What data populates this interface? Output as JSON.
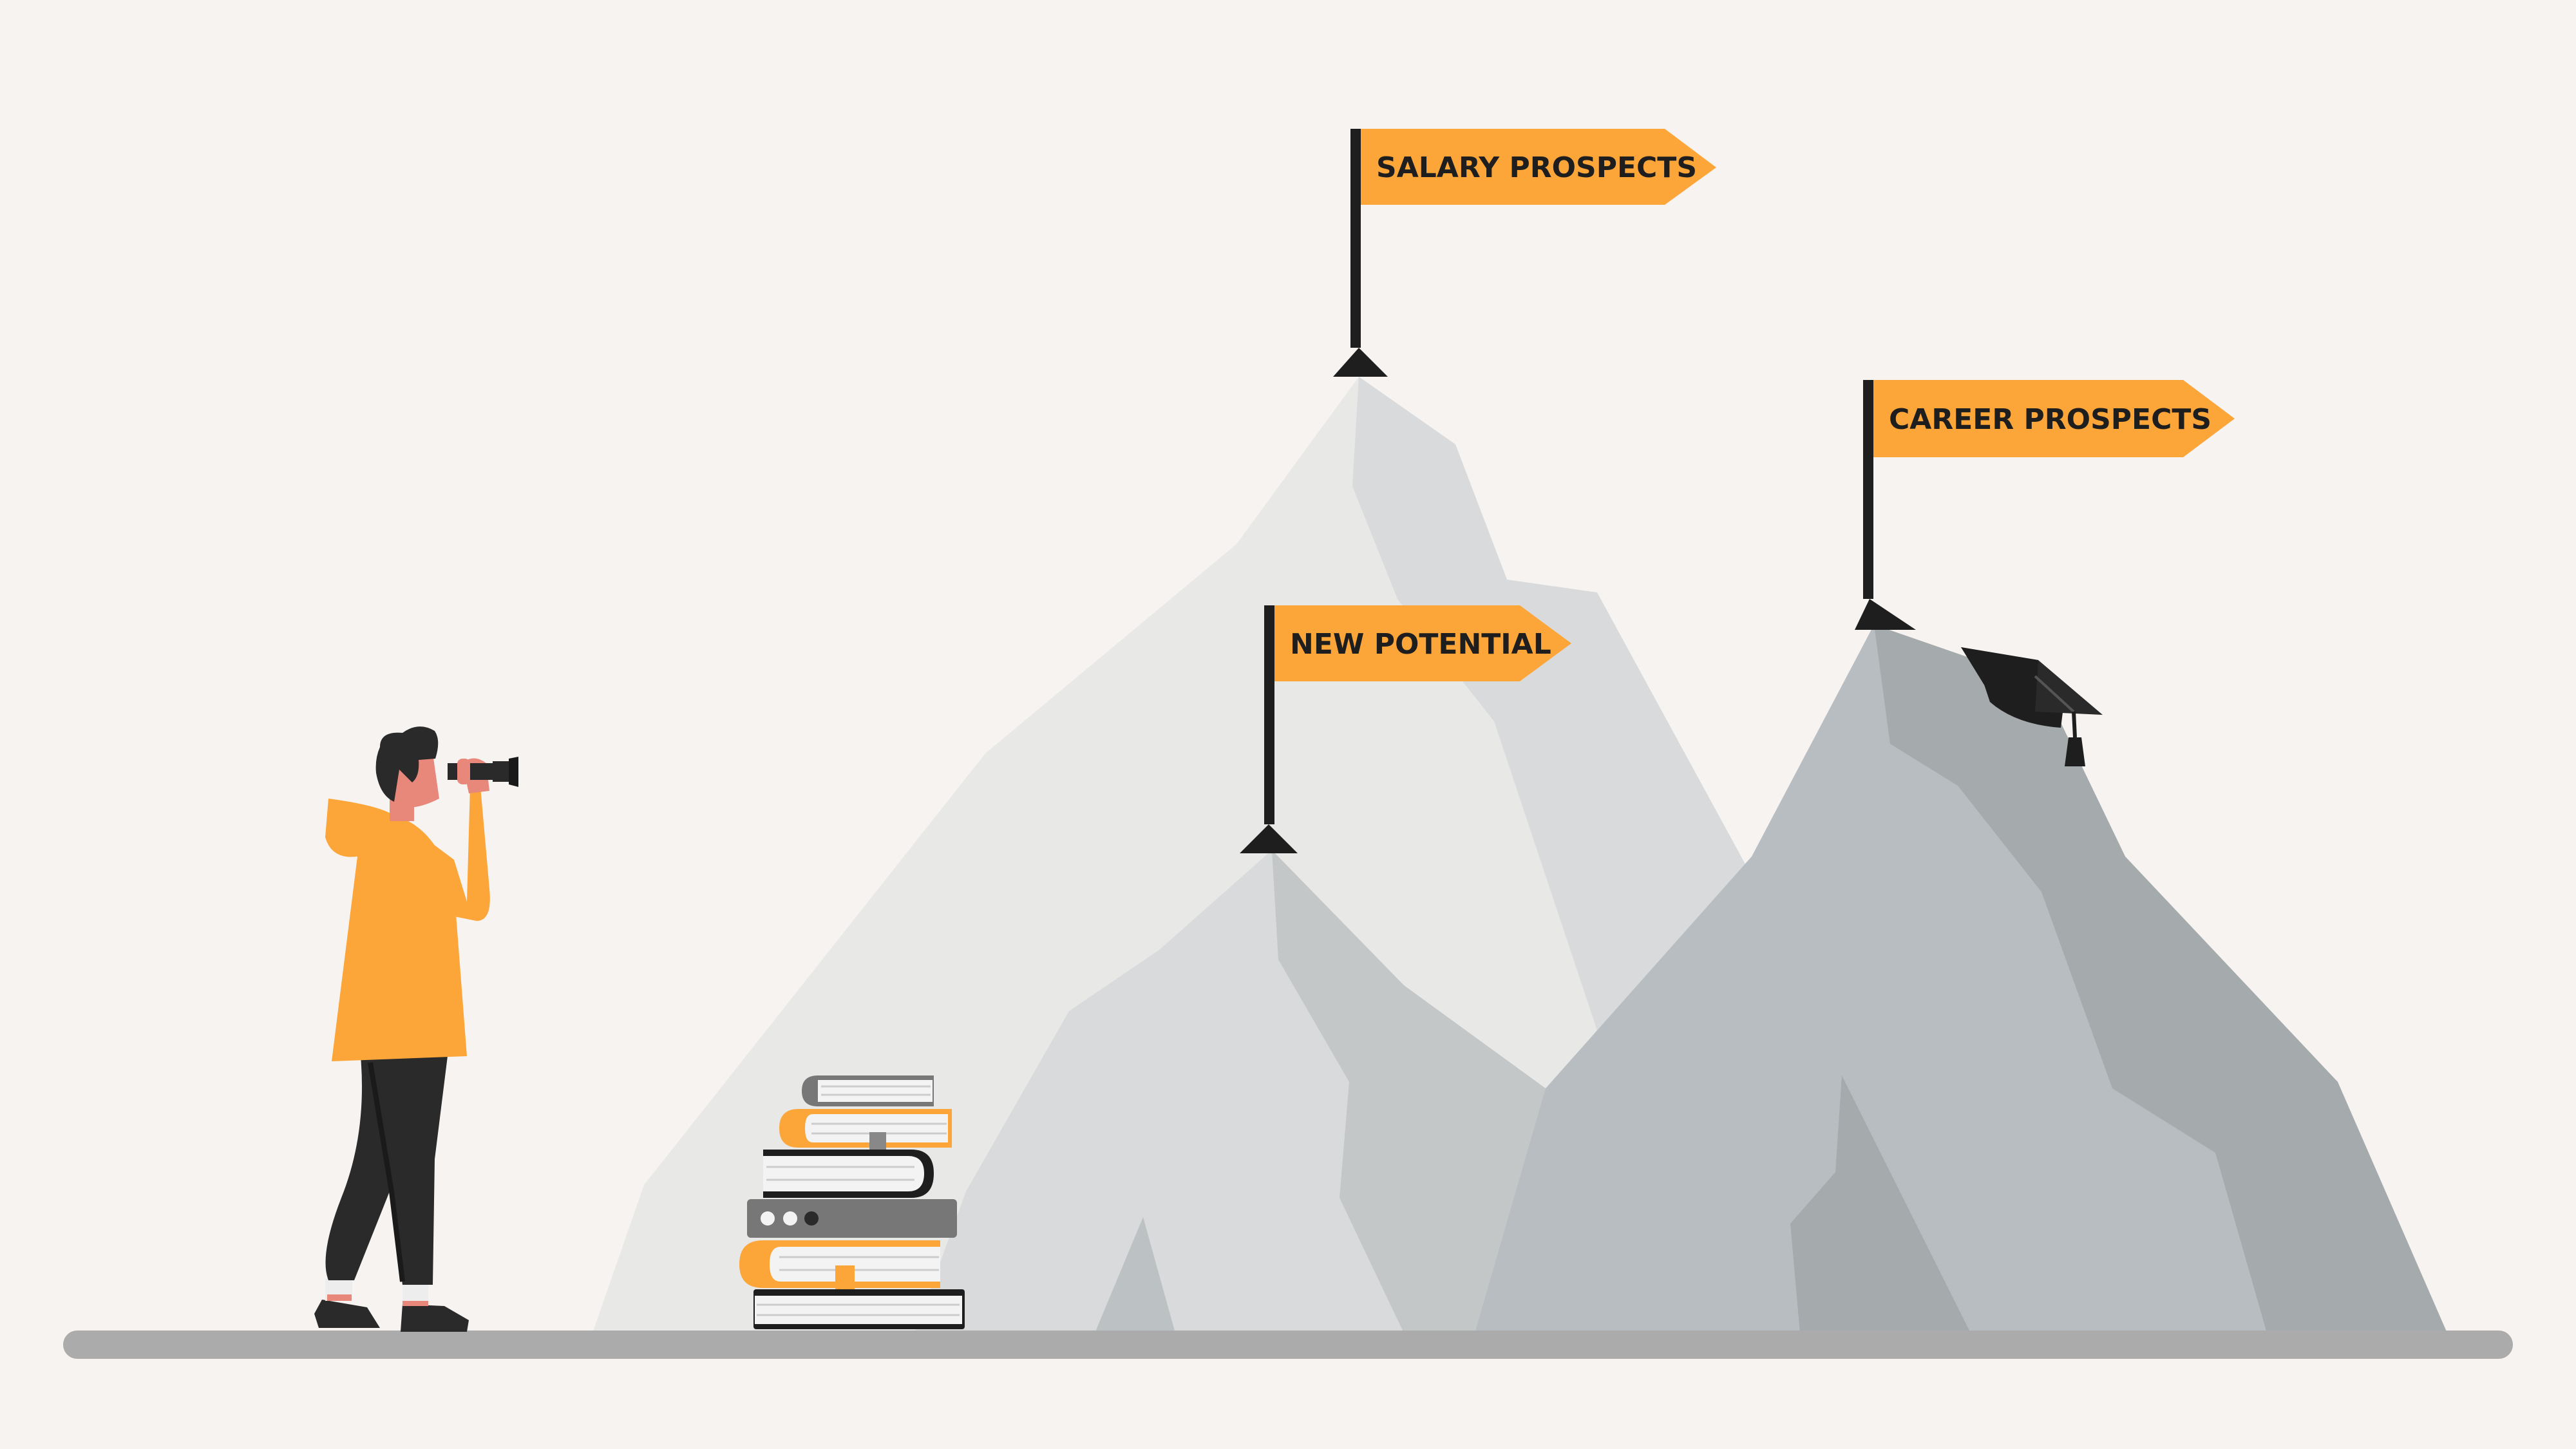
{
  "flags": {
    "salary": {
      "label": "SALARY PROSPECTS"
    },
    "potential": {
      "label": "NEW POTENTIAL"
    },
    "career": {
      "label": "CAREER PROSPECTS"
    }
  },
  "colors": {
    "background": "#F6F3F0",
    "accent": "#FCA63A",
    "ground": "#ABABAB",
    "dark": "#1E1E1E",
    "skin": "#E8887A"
  },
  "icons": [
    "telescope-icon",
    "graduation-cap-icon",
    "book-stack-icon",
    "flag-icon"
  ]
}
